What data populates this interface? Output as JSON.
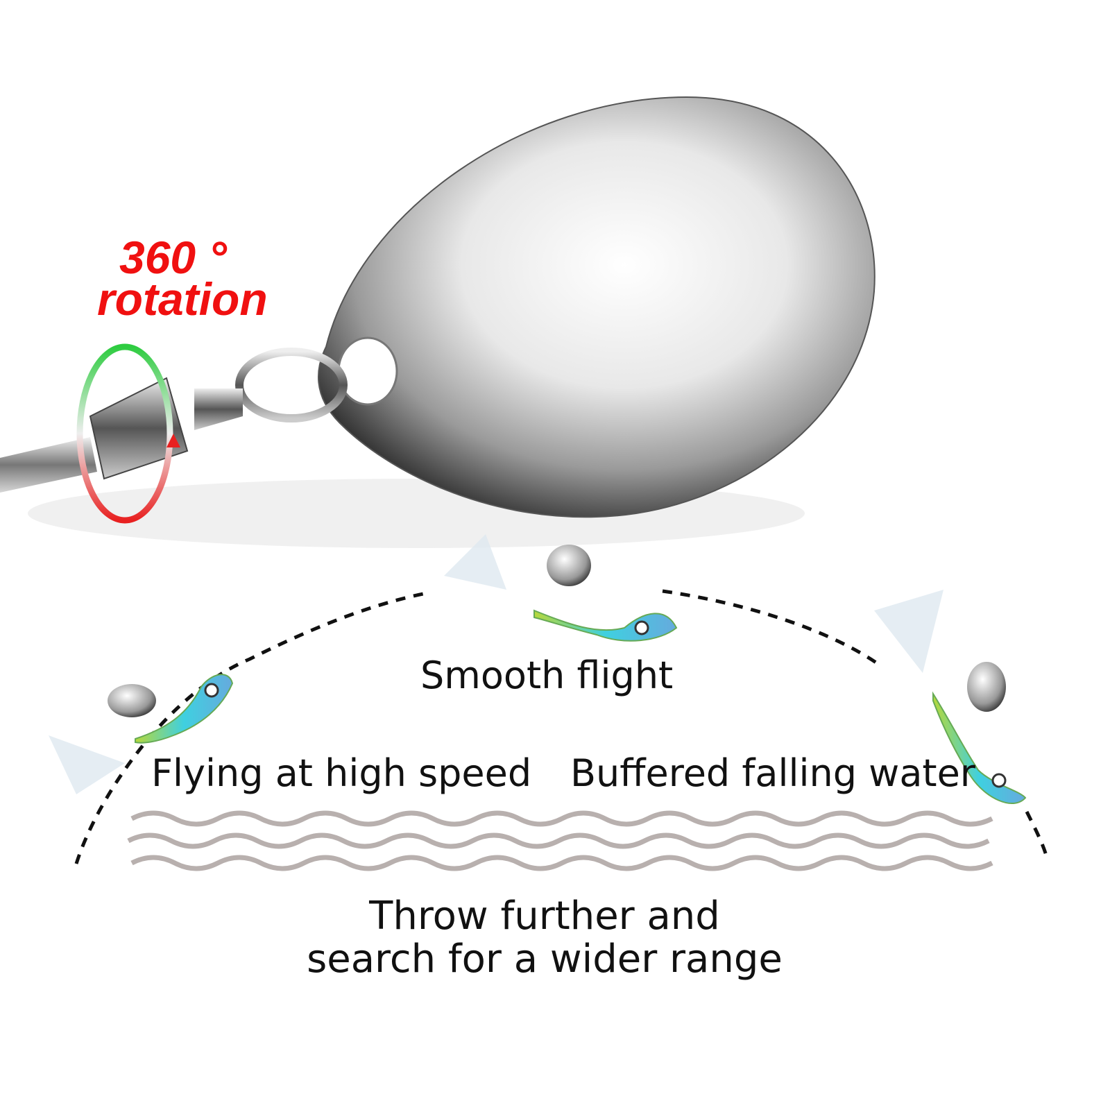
{
  "rotation": {
    "line1": "360 °",
    "line2": "rotation"
  },
  "labels": {
    "smooth_flight": "Smooth flight",
    "flying_high_speed": "Flying at high speed",
    "buffered_falling": "Buffered falling water",
    "bottom_line1": "Throw further and",
    "bottom_line2": "search for a wider range"
  },
  "colors": {
    "accent_red": "#f01010",
    "wave": "#b8b0ae"
  }
}
